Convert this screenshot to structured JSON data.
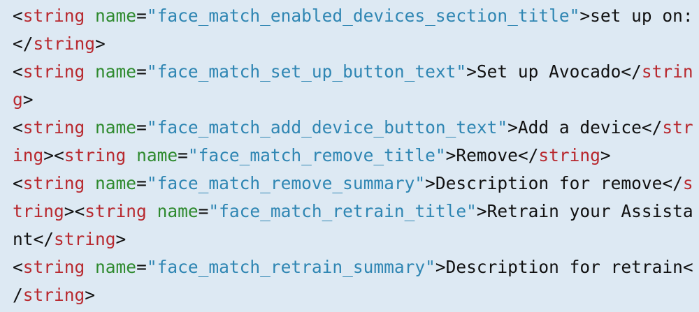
{
  "colors": {
    "background": "#dde9f3",
    "punctuation": "#111111",
    "tag": "#b8282e",
    "attribute": "#2e8a2e",
    "string": "#2f86b3",
    "text": "#111111"
  },
  "code": {
    "lines": [
      [
        {
          "t": "punct",
          "v": "<"
        },
        {
          "t": "tag",
          "v": "string"
        },
        {
          "t": "punct",
          "v": " "
        },
        {
          "t": "attr",
          "v": "name"
        },
        {
          "t": "punct",
          "v": "="
        },
        {
          "t": "str",
          "v": "\"face_match_enabled_devices_section_title\""
        },
        {
          "t": "punct",
          "v": ">"
        },
        {
          "t": "text",
          "v": "set up on:"
        }
      ],
      [
        {
          "t": "punct",
          "v": "</"
        },
        {
          "t": "tag",
          "v": "string"
        },
        {
          "t": "punct",
          "v": ">"
        }
      ],
      [
        {
          "t": "punct",
          "v": "<"
        },
        {
          "t": "tag",
          "v": "string"
        },
        {
          "t": "punct",
          "v": " "
        },
        {
          "t": "attr",
          "v": "name"
        },
        {
          "t": "punct",
          "v": "="
        },
        {
          "t": "str",
          "v": "\"face_match_set_up_button_text\""
        },
        {
          "t": "punct",
          "v": ">"
        },
        {
          "t": "text",
          "v": "Set up Avocado"
        },
        {
          "t": "punct",
          "v": "</"
        },
        {
          "t": "tag",
          "v": "strin"
        }
      ],
      [
        {
          "t": "tag",
          "v": "g"
        },
        {
          "t": "punct",
          "v": ">"
        }
      ],
      [
        {
          "t": "punct",
          "v": "<"
        },
        {
          "t": "tag",
          "v": "string"
        },
        {
          "t": "punct",
          "v": " "
        },
        {
          "t": "attr",
          "v": "name"
        },
        {
          "t": "punct",
          "v": "="
        },
        {
          "t": "str",
          "v": "\"face_match_add_device_button_text\""
        },
        {
          "t": "punct",
          "v": ">"
        },
        {
          "t": "text",
          "v": "Add a device"
        },
        {
          "t": "punct",
          "v": "</"
        },
        {
          "t": "tag",
          "v": "str"
        }
      ],
      [
        {
          "t": "tag",
          "v": "ing"
        },
        {
          "t": "punct",
          "v": "><"
        },
        {
          "t": "tag",
          "v": "string"
        },
        {
          "t": "punct",
          "v": " "
        },
        {
          "t": "attr",
          "v": "name"
        },
        {
          "t": "punct",
          "v": "="
        },
        {
          "t": "str",
          "v": "\"face_match_remove_title\""
        },
        {
          "t": "punct",
          "v": ">"
        },
        {
          "t": "text",
          "v": "Remove"
        },
        {
          "t": "punct",
          "v": "</"
        },
        {
          "t": "tag",
          "v": "string"
        },
        {
          "t": "punct",
          "v": ">"
        }
      ],
      [
        {
          "t": "punct",
          "v": "<"
        },
        {
          "t": "tag",
          "v": "string"
        },
        {
          "t": "punct",
          "v": " "
        },
        {
          "t": "attr",
          "v": "name"
        },
        {
          "t": "punct",
          "v": "="
        },
        {
          "t": "str",
          "v": "\"face_match_remove_summary\""
        },
        {
          "t": "punct",
          "v": ">"
        },
        {
          "t": "text",
          "v": "Description for remove"
        },
        {
          "t": "punct",
          "v": "</"
        },
        {
          "t": "tag",
          "v": "s"
        }
      ],
      [
        {
          "t": "tag",
          "v": "tring"
        },
        {
          "t": "punct",
          "v": "><"
        },
        {
          "t": "tag",
          "v": "string"
        },
        {
          "t": "punct",
          "v": " "
        },
        {
          "t": "attr",
          "v": "name"
        },
        {
          "t": "punct",
          "v": "="
        },
        {
          "t": "str",
          "v": "\"face_match_retrain_title\""
        },
        {
          "t": "punct",
          "v": ">"
        },
        {
          "t": "text",
          "v": "Retrain your Assista"
        }
      ],
      [
        {
          "t": "text",
          "v": "nt"
        },
        {
          "t": "punct",
          "v": "</"
        },
        {
          "t": "tag",
          "v": "string"
        },
        {
          "t": "punct",
          "v": ">"
        }
      ],
      [
        {
          "t": "punct",
          "v": "<"
        },
        {
          "t": "tag",
          "v": "string"
        },
        {
          "t": "punct",
          "v": " "
        },
        {
          "t": "attr",
          "v": "name"
        },
        {
          "t": "punct",
          "v": "="
        },
        {
          "t": "str",
          "v": "\"face_match_retrain_summary\""
        },
        {
          "t": "punct",
          "v": ">"
        },
        {
          "t": "text",
          "v": "Description for retrain<"
        }
      ],
      [
        {
          "t": "punct",
          "v": "/"
        },
        {
          "t": "tag",
          "v": "string"
        },
        {
          "t": "punct",
          "v": ">"
        }
      ]
    ]
  }
}
